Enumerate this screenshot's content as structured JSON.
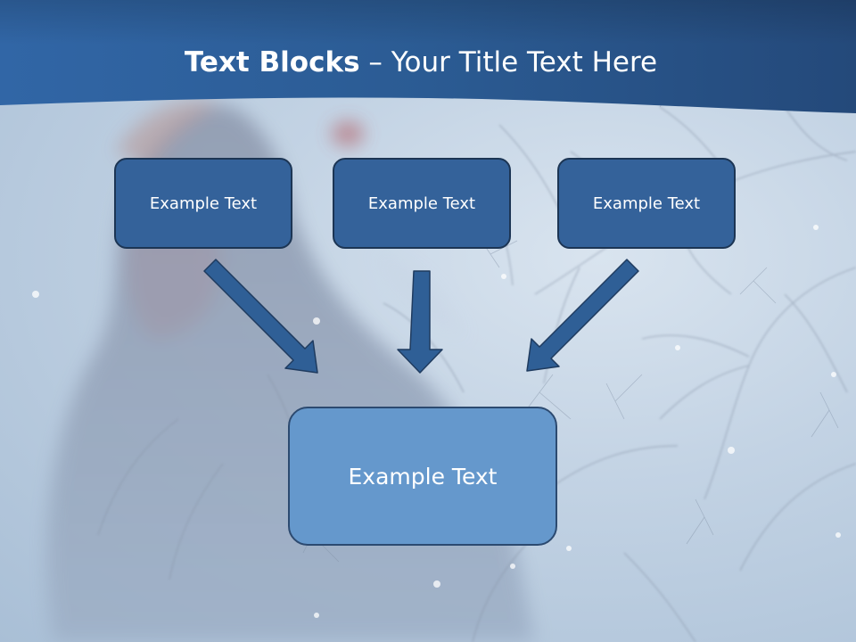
{
  "title": {
    "bold": "Text Blocks",
    "rest": " – Your Title Text Here"
  },
  "boxes": [
    {
      "label": "Example Text"
    },
    {
      "label": "Example Text"
    },
    {
      "label": "Example Text"
    }
  ],
  "target": {
    "label": "Example Text"
  },
  "colors": {
    "title_band": "#2b5b93",
    "small_box_fill": "#34629a",
    "main_box_fill": "#6598cc",
    "arrow_fill": "#2f5f96",
    "box_border": "#1c3554"
  }
}
